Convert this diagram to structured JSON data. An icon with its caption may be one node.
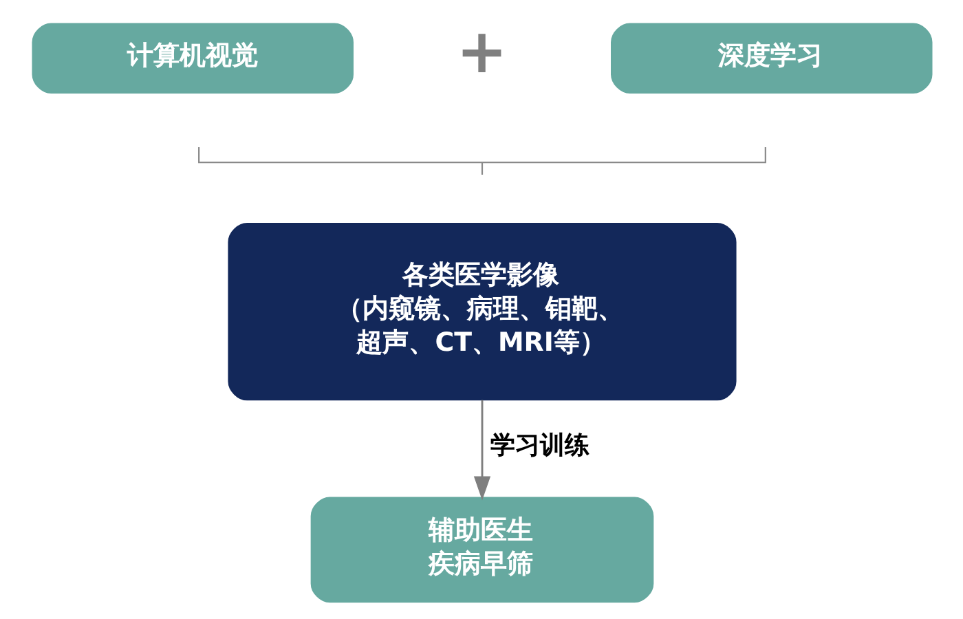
{
  "diagram": {
    "nodes": [
      {
        "text": [
          "计算机视觉"
        ]
      },
      {
        "text": [
          "深度学习"
        ]
      },
      {
        "text": [
          "各类医学影像",
          "（内窥镜、病理、钼靶、超声、CT、MRI等）"
        ]
      },
      {
        "text": [
          "辅助医生疾病早筛"
        ]
      }
    ],
    "edges": [
      {
        "from": 2,
        "to": 3,
        "arrow": "to",
        "label": "学习训练"
      }
    ],
    "labels": [
      "+"
    ]
  }
}
